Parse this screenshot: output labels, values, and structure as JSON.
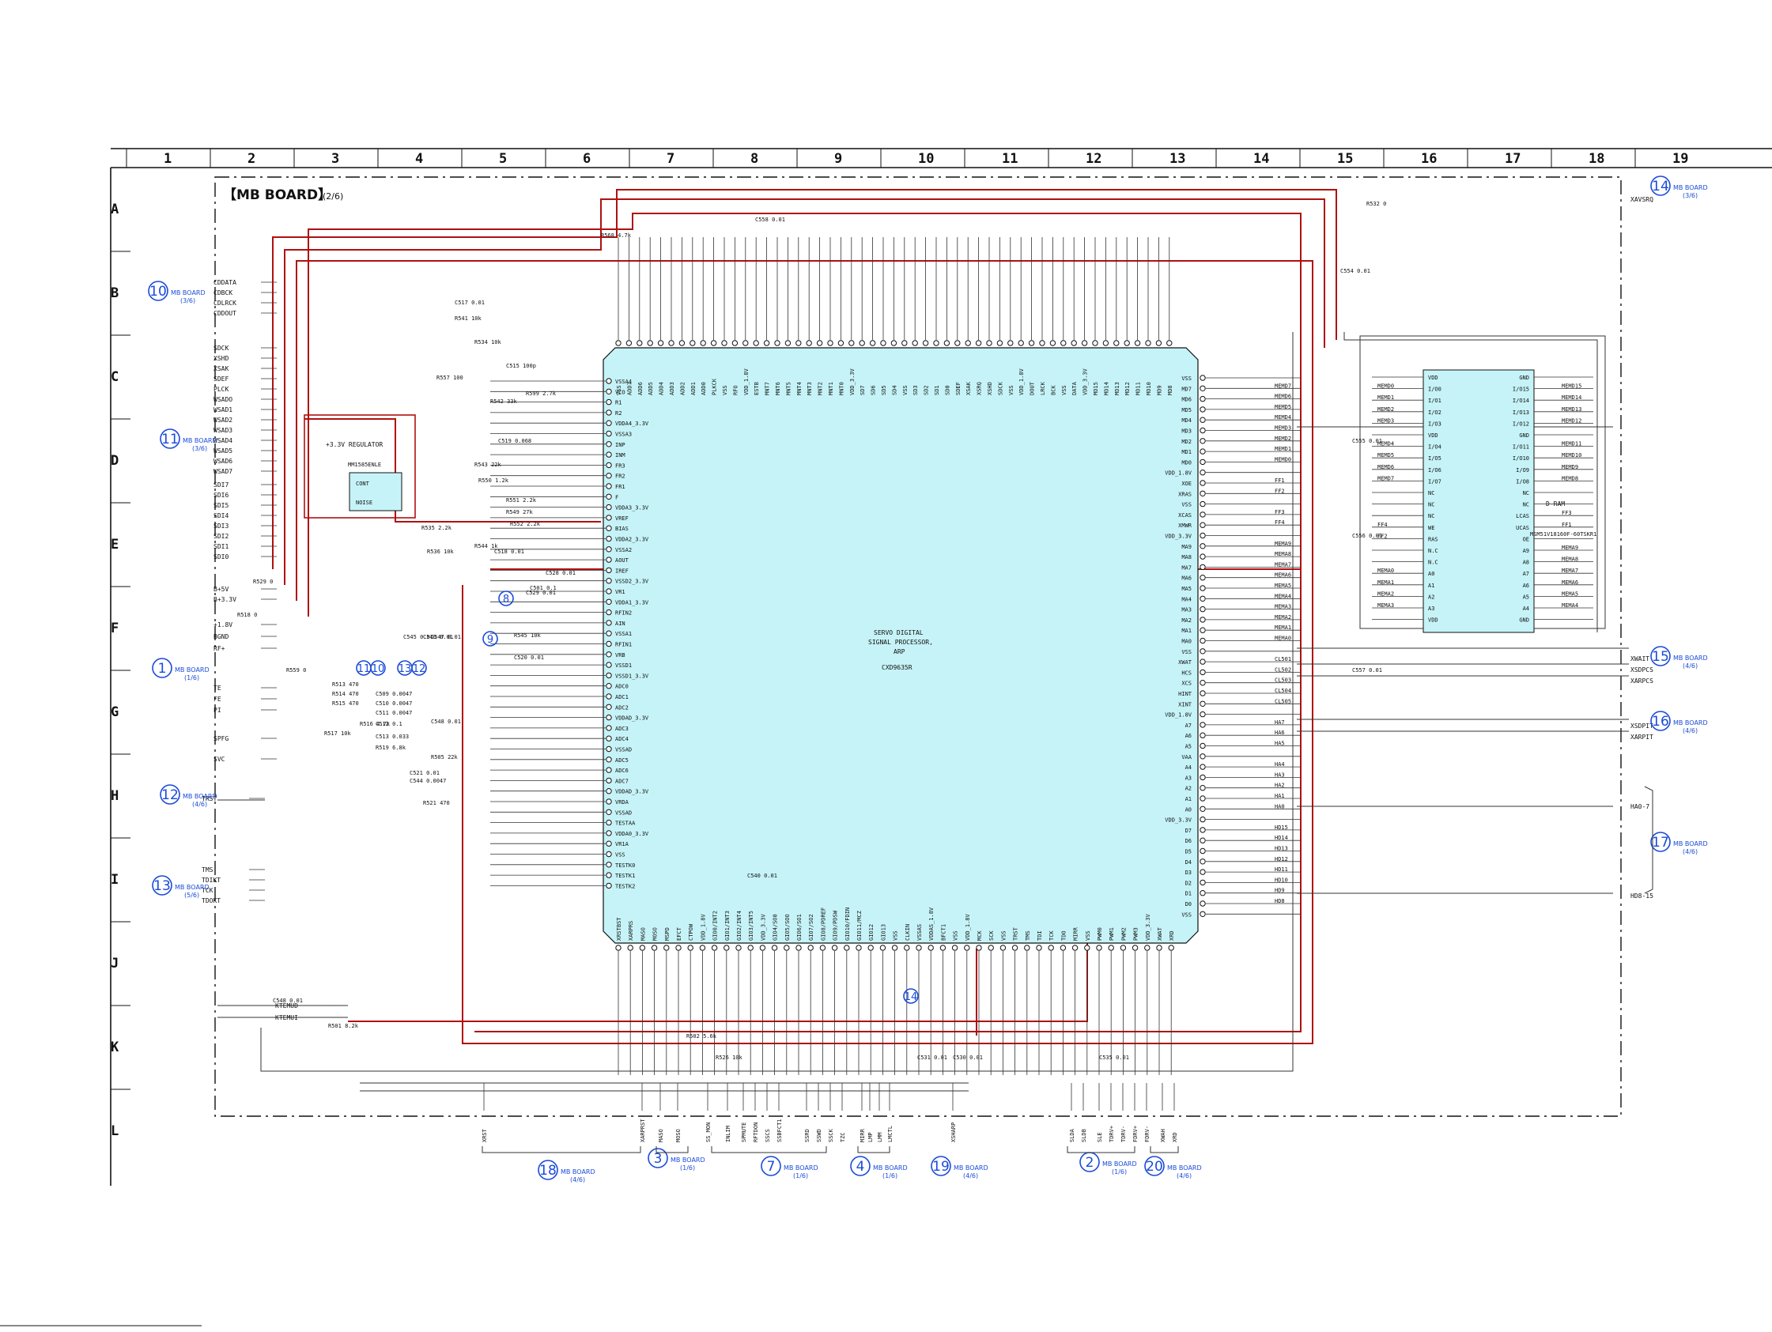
{
  "board": {
    "title": "【MB BOARD】",
    "subtitle": "(2/6)"
  },
  "columns": [
    "1",
    "2",
    "3",
    "4",
    "5",
    "6",
    "7",
    "8",
    "9",
    "10",
    "11",
    "12",
    "13",
    "14",
    "15",
    "16",
    "17",
    "18",
    "19"
  ],
  "rows": [
    "A",
    "B",
    "C",
    "D",
    "E",
    "F",
    "G",
    "H",
    "I",
    "J",
    "K",
    "L"
  ],
  "chips": {
    "main": {
      "line1": "SERVO DIGITAL",
      "line2": "SIGNAL PROCESSOR,",
      "line3": "ARP",
      "part": "CXD9635R"
    },
    "regulator": {
      "title": "+3.3V REGULATOR",
      "part": "MM1585ENLE"
    },
    "dram": {
      "title": "D-RAM",
      "part": "MSM51V18160F-60TSKR1"
    }
  },
  "main_left_pins": [
    "VSSA4",
    "VCO",
    "R1",
    "R2",
    "VDDA4_3.3V",
    "VSSA3",
    "INP",
    "INM",
    "FR3",
    "FR2",
    "FR1",
    "F",
    "VDDA3_3.3V",
    "VREF",
    "BIAS",
    "VDDA2_3.3V",
    "VSSA2",
    "AOUT",
    "IREF",
    "VSSD2_3.3V",
    "VR1",
    "VDDA1_3.3V",
    "RFIN2",
    "AIN",
    "VSSA1",
    "RFIN1",
    "VRB",
    "VSSD1",
    "VSSD1_3.3V",
    "ADC0",
    "ADC1",
    "ADC2",
    "VDDAD_3.3V",
    "ADC3",
    "ADC4",
    "VSSAD",
    "ADC5",
    "ADC6",
    "ADC7",
    "VDDAD_3.3V",
    "VRDA",
    "VSSAD",
    "TESTAA",
    "VDDA0_3.3V",
    "VR1A",
    "VSS",
    "TESTK0",
    "TESTK1",
    "TESTK2"
  ],
  "main_right_pins": [
    "VSS",
    "MD7",
    "MD6",
    "MD5",
    "MD4",
    "MD3",
    "MD2",
    "MD1",
    "MD0",
    "VDD_1.8V",
    "XOE",
    "XRAS",
    "VSS",
    "XCAS",
    "XMWR",
    "VDD_3.3V",
    "MA9",
    "MA8",
    "MA7",
    "MA6",
    "MA5",
    "MA4",
    "MA3",
    "MA2",
    "MA1",
    "MA0",
    "VSS",
    "XWAT",
    "HCS",
    "XCS",
    "HINT",
    "XINT",
    "VDD_1.8V",
    "A7",
    "A6",
    "A5",
    "VAA",
    "A4",
    "A3",
    "A2",
    "A1",
    "A0",
    "VDD_3.3V",
    "D7",
    "D6",
    "D5",
    "D4",
    "D3",
    "D2",
    "D1",
    "D0",
    "VSS"
  ],
  "main_right_nets": [
    "",
    "MEMD7",
    "MEMD6",
    "MEMD5",
    "MEMD4",
    "MEMD3",
    "MEMD2",
    "MEMD1",
    "MEMD0",
    "",
    "FF1",
    "FF2",
    "",
    "FF3",
    "FF4",
    "",
    "MEMA9",
    "MEMA8",
    "MEMA7",
    "MEMA6",
    "MEMA5",
    "MEMA4",
    "MEMA3",
    "MEMA2",
    "MEMA1",
    "MEMA0",
    "",
    "CL501",
    "CL502",
    "CL503",
    "CL504",
    "CL505",
    "",
    "HA7",
    "HA6",
    "HA5",
    "",
    "HA4",
    "HA3",
    "HA2",
    "HA1",
    "HA0",
    "",
    "HD15",
    "HD14",
    "HD13",
    "HD12",
    "HD11",
    "HD10",
    "HD9",
    "HD8",
    ""
  ],
  "main_top_pins": [
    "VSS",
    "ADD7",
    "ADD6",
    "ADD5",
    "ADD4",
    "ADD3",
    "ADD2",
    "ADD1",
    "ADD0",
    "PLKCK",
    "VSS",
    "RFO",
    "VDD_1.8V",
    "ESTB",
    "MNT7",
    "MNT6",
    "MNT5",
    "MNT4",
    "MNT3",
    "MNT2",
    "MNT1",
    "MNT0",
    "VDD_3.3V",
    "SD7",
    "SD6",
    "SD5",
    "SD4",
    "VSS",
    "SD3",
    "SD2",
    "SD1",
    "SD0",
    "SDEF",
    "XSAK",
    "XSRQ",
    "XSHD",
    "SDCK",
    "VSS",
    "VDD_1.8V",
    "DOUT",
    "LRCK",
    "BCK",
    "VSS",
    "DATA",
    "VDD_3.3V",
    "MD15",
    "MD14",
    "MD13",
    "MD12",
    "MD11",
    "MD10",
    "MD9",
    "MD8"
  ],
  "main_bottom_pins": [
    "XRSTBST",
    "XARPRS",
    "MASO",
    "MOSO",
    "MSPD",
    "EFCT",
    "CTPOW",
    "VDD_1.8V",
    "GIO0/INT2",
    "GIO1/INT3",
    "GIO2/INT4",
    "GIO3/INT5",
    "VDD_3.3V",
    "GIO4/SO0",
    "GIO5/SOO",
    "GIO6/SO1",
    "GIO7/SO2",
    "GIO8/PDREF",
    "GIO9/PDSW",
    "GIO10/FDIN",
    "GIO11/MCZ",
    "GIO12",
    "GIO13",
    "VSS",
    "CLKIN",
    "VSSAS",
    "VDDAS_1.8V",
    "BFCT1",
    "VSS",
    "VDD_1.8V",
    "MCK",
    "SCK",
    "VSS",
    "TRST",
    "TMS",
    "TDI",
    "TCK",
    "TDO",
    "MIRR",
    "VSS",
    "PWM0",
    "PWM1",
    "PWM2",
    "PWM3",
    "VDD_3.3V",
    "XWAT",
    "XRD"
  ],
  "dram_left_pins": [
    "VDD",
    "I/O0",
    "I/O1",
    "I/O2",
    "I/O3",
    "VDD",
    "I/O4",
    "I/O5",
    "I/O6",
    "I/O7",
    "NC",
    "NC",
    "NC",
    "WE",
    "RAS",
    "N.C",
    "N.C",
    "A0",
    "A1",
    "A2",
    "A3",
    "VDD"
  ],
  "dram_right_pins": [
    "GND",
    "I/O15",
    "I/O14",
    "I/O13",
    "I/O12",
    "GND",
    "I/O11",
    "I/O10",
    "I/O9",
    "I/O8",
    "NC",
    "NC",
    "LCAS",
    "UCAS",
    "OE",
    "A9",
    "A8",
    "A7",
    "A6",
    "A5",
    "A4",
    "GND"
  ],
  "dram_left_nets": [
    "",
    "MEMD0",
    "MEMD1",
    "MEMD2",
    "MEMD3",
    "",
    "MEMD4",
    "MEMD5",
    "MEMD6",
    "MEMD7",
    "",
    "",
    "",
    "FF4",
    "FF2",
    "",
    "",
    "MEMA0",
    "MEMA1",
    "MEMA2",
    "MEMA3",
    ""
  ],
  "dram_right_nets": [
    "",
    "MEMD15",
    "MEMD14",
    "MEMD13",
    "MEMD12",
    "",
    "MEMD11",
    "MEMD10",
    "MEMD9",
    "MEMD8",
    "",
    "",
    "FF3",
    "FF1",
    "",
    "MEMA9",
    "MEMA8",
    "MEMA7",
    "MEMA6",
    "MEMA5",
    "MEMA4",
    ""
  ],
  "left_signals": [
    "CDDATA",
    "CDBCK",
    "CDLRCK",
    "CDDOUT",
    "SDCK",
    "XSHD",
    "XSAK",
    "SDEF",
    "PLCK",
    "WSADO",
    "WSAD1",
    "WSAD2",
    "WSAD3",
    "WSAD4",
    "WSAD5",
    "WSAD6",
    "WSAD7",
    "SDI7",
    "SDI6",
    "SDI5",
    "SDI4",
    "SDI3",
    "SDI2",
    "SDI1",
    "SDI0",
    "B+5V",
    "B+3.3V",
    "+1.8V",
    "BGND",
    "RF+",
    "TE",
    "FE",
    "PI",
    "SPFG",
    "SVC",
    "TRST",
    "TMS",
    "TDIKT",
    "TCK",
    "TDOKT",
    "KTEMUD",
    "KTEMUI"
  ],
  "right_signals": [
    "XAVSRQ",
    "XWAIT",
    "XSDPCS",
    "XARPCS",
    "XSDPIT",
    "XARPIT",
    "HA0-7",
    "HD8-15"
  ],
  "bottom_signals": [
    "XRST",
    "XARPRST",
    "MASO",
    "MOSO",
    "SS_MON",
    "INLIM",
    "SPMUTE",
    "RFTDON",
    "SSCS",
    "SSBFCT1",
    "SSRD",
    "SSWD",
    "SSCK",
    "TZC",
    "MIRR",
    "LMP",
    "LMM",
    "LMCTL",
    "XSHARP",
    "SLDA",
    "SLDB",
    "SLE",
    "TDRV+",
    "TDRV-",
    "FDRV+",
    "FDRV-",
    "XWAH",
    "XRD"
  ],
  "refs": [
    {
      "num": "10",
      "label": "MB BOARD",
      "sub": "(3/6)"
    },
    {
      "num": "11",
      "label": "MB BOARD",
      "sub": "(3/6)"
    },
    {
      "num": "1",
      "label": "MB BOARD",
      "sub": "(1/6)"
    },
    {
      "num": "12",
      "label": "MB BOARD",
      "sub": "(4/6)"
    },
    {
      "num": "13",
      "label": "MB BOARD",
      "sub": "(5/6)"
    },
    {
      "num": "14",
      "label": "MB BOARD",
      "sub": "(3/6)"
    },
    {
      "num": "15",
      "label": "MB BOARD",
      "sub": "(4/6)"
    },
    {
      "num": "16",
      "label": "MB BOARD",
      "sub": "(4/6)"
    },
    {
      "num": "17",
      "label": "MB BOARD",
      "sub": "(4/6)"
    },
    {
      "num": "18",
      "label": "MB BOARD",
      "sub": "(4/6)"
    },
    {
      "num": "3",
      "label": "MB BOARD",
      "sub": "(1/6)"
    },
    {
      "num": "7",
      "label": "MB BOARD",
      "sub": "(1/6)"
    },
    {
      "num": "4",
      "label": "MB BOARD",
      "sub": "(1/6)"
    },
    {
      "num": "19",
      "label": "MB BOARD",
      "sub": "(4/6)"
    },
    {
      "num": "2",
      "label": "MB BOARD",
      "sub": "(1/6)"
    },
    {
      "num": "20",
      "label": "MB BOARD",
      "sub": "(4/6)"
    }
  ],
  "inner_refs": [
    "8",
    "9",
    "11",
    "10",
    "13",
    "12",
    "14"
  ],
  "components": [
    "C554 0.01",
    "C555 0.01",
    "C556 0.01",
    "C557 0.01",
    "R532 0",
    "C517 0.01",
    "R541 10k",
    "R534 10k",
    "C515 100p",
    "R557 100",
    "R599 2.7k",
    "R542 33k",
    "R543 22k",
    "R550 1.2k",
    "R551 2.2k",
    "R549 27k",
    "R552 2.2k",
    "C519 0.068",
    "R535 2.2k",
    "R536 10k",
    "R544 1k",
    "C518 0.01",
    "C528 0.01",
    "C501 0.1",
    "R545 10k",
    "C529 0.01",
    "C520 0.01",
    "R559 0",
    "R513 470",
    "R514 470",
    "R515 470",
    "C509 0.0047",
    "C510 0.0047",
    "C511 0.0047",
    "C512 0.1",
    "C513 0.033",
    "R519 6.8k",
    "R517 10k",
    "R516 4.7k",
    "C548 0.01",
    "R505 22k",
    "C521 0.01",
    "C544 0.0047",
    "R521 470",
    "R529 0",
    "R518 0",
    "C545 0.01",
    "C546 0.01",
    "C547 0.01",
    "C548 0.01",
    "R501 8.2k",
    "R502 5.6k",
    "R526 10k",
    "C531 0.01",
    "C530 0.01",
    "C535 0.01",
    "C540 0.01",
    "C558 0.01",
    "R568 4.7k"
  ]
}
